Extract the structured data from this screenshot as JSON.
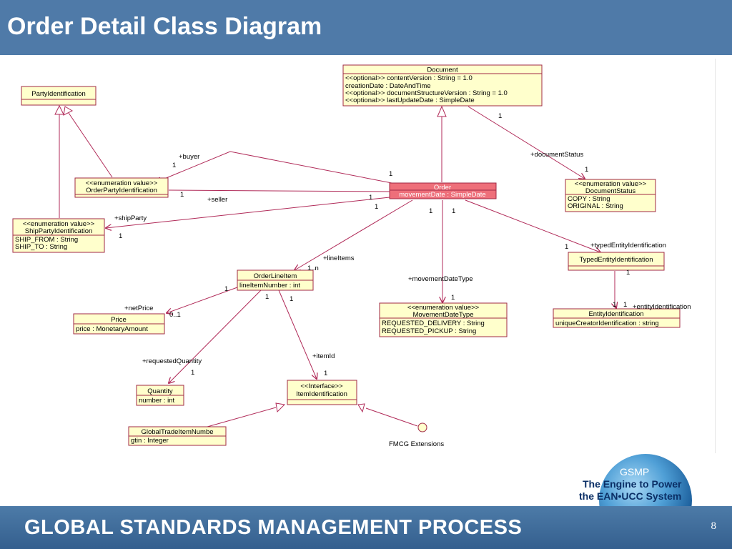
{
  "slide": {
    "title": "Order Detail Class Diagram",
    "footer": "GLOBAL STANDARDS MANAGEMENT PROCESS",
    "page_number": "8"
  },
  "logo": {
    "line1": "GSMP",
    "line2": "The Engine to Power",
    "line3": "the EAN•UCC System"
  },
  "colors": {
    "header": "#4f7aa8",
    "class_fill": "#ffffcc",
    "class_border": "#a02a45",
    "order_fill": "#ee6f7a",
    "association": "#b02a58",
    "generalization": "#b02a58"
  },
  "classes": {
    "document": {
      "name": "Document",
      "attrs": [
        "<<optional>> contentVersion : String = 1.0",
        "creationDate : DateAndTime",
        "<<optional>> documentStructureVersion : String = 1.0",
        "<<optional>> lastUpdateDate : SimpleDate"
      ]
    },
    "party_identification": {
      "name": "PartyIdentification"
    },
    "order_party_identification": {
      "stereotype": "<<enumeration value>>",
      "name": "OrderPartyIdentification"
    },
    "ship_party_identification": {
      "stereotype": "<<enumeration value>>",
      "name": "ShipPartyIdentification",
      "attrs": [
        "SHIP_FROM : String",
        "SHIP_TO : String"
      ]
    },
    "order": {
      "name": "Order",
      "attrs": [
        "movementDate : SimpleDate"
      ]
    },
    "document_status": {
      "stereotype": "<<enumeration value>>",
      "name": "DocumentStatus",
      "attrs": [
        "COPY : String",
        "ORIGINAL : String"
      ]
    },
    "typed_entity_identification": {
      "name": "TypedEntityIdentification"
    },
    "entity_identification": {
      "name": "EntityIdentification",
      "attrs": [
        "uniqueCreatorIdentification : string"
      ]
    },
    "order_line_item": {
      "name": "OrderLineItem",
      "attrs": [
        "lineItemNumber : int"
      ]
    },
    "price": {
      "name": "Price",
      "attrs": [
        "price : MonetaryAmount"
      ]
    },
    "movement_date_type": {
      "stereotype": "<<enumeration value>>",
      "name": "MovementDateType",
      "attrs": [
        "REQUESTED_DELIVERY : String",
        "REQUESTED_PICKUP : String"
      ]
    },
    "quantity": {
      "name": "Quantity",
      "attrs": [
        "number : int"
      ]
    },
    "item_identification": {
      "stereotype": "<<Interface>>",
      "name": "ItemIdentification"
    },
    "global_trade_item_number": {
      "name": "GlobalTradeItemNumbe",
      "attrs": [
        "gtin : Integer"
      ]
    }
  },
  "labels": {
    "buyer": "+buyer",
    "seller": "+seller",
    "ship_party": "+shipParty",
    "document_status": "+documentStatus",
    "line_items": "+lineItems",
    "movement_date_type": "+movementDateType",
    "typed_entity_identification": "+typedEntityIdentification",
    "entity_identification": "+entityIdentification",
    "net_price": "+netPrice",
    "requested_quantity": "+requestedQuantity",
    "item_id": "+itemId",
    "fmcg_extensions": "FMCG Extensions"
  },
  "multiplicities": {
    "one": "1",
    "one_to_n": "1..n",
    "zero_to_one": "0..1"
  }
}
